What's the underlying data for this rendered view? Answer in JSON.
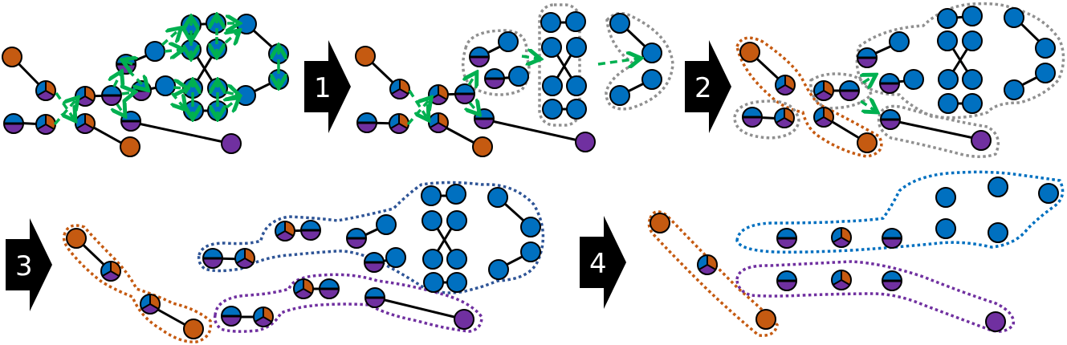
{
  "colors": {
    "orange": "#c55a11",
    "blue": "#0070c0",
    "purple": "#7030a0",
    "flow_arrow": "#00b050",
    "hull_gray": "#909090",
    "hull_blue_dark": "#2f5597",
    "hull_blue": "#0070c0",
    "hull_orange": "#c55a11",
    "hull_purple": "#7030a0"
  },
  "steps": [
    {
      "label": "1"
    },
    {
      "label": "2"
    },
    {
      "label": "3"
    },
    {
      "label": "4"
    }
  ],
  "panels": [
    {
      "id": "panel-0",
      "description": "Initial graph with green dashed flow arrows between nodes"
    },
    {
      "id": "panel-1",
      "description": "Blue subgraphs grouped into gray dotted clusters"
    },
    {
      "id": "panel-2",
      "description": "Clusters expanded; orange and gray groups"
    },
    {
      "id": "panel-3",
      "description": "Three colored groups: orange, blue, purple"
    },
    {
      "id": "panel-4",
      "description": "Final compressed groups: orange, blue, purple"
    }
  ],
  "node_types": [
    {
      "name": "orange-node",
      "fill": "orange"
    },
    {
      "name": "blue-node",
      "fill": "blue"
    },
    {
      "name": "purple-node",
      "fill": "purple"
    },
    {
      "name": "blue-purple-half-node",
      "fill": "blue/purple split horizontally"
    },
    {
      "name": "three-way-pie-node",
      "fill": "blue/orange/purple thirds"
    }
  ]
}
